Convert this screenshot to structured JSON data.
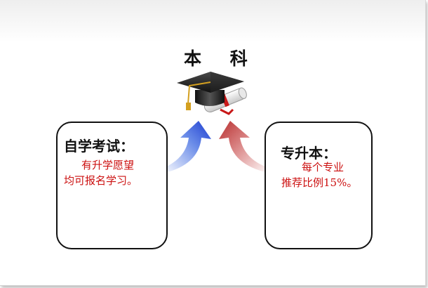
{
  "title": "本 科",
  "cap_icon": "graduation-cap-with-diploma-icon",
  "left_box": {
    "heading": "自学考试：",
    "line1": "有升学愿望",
    "line2": "均可报名学习。"
  },
  "right_box": {
    "heading": "专升本：",
    "line1": "每个专业",
    "line2": "推荐比例15%。"
  },
  "colors": {
    "blue_arrow": "#2850d8",
    "red_arrow": "#c84848",
    "red_text": "#cc1111"
  }
}
